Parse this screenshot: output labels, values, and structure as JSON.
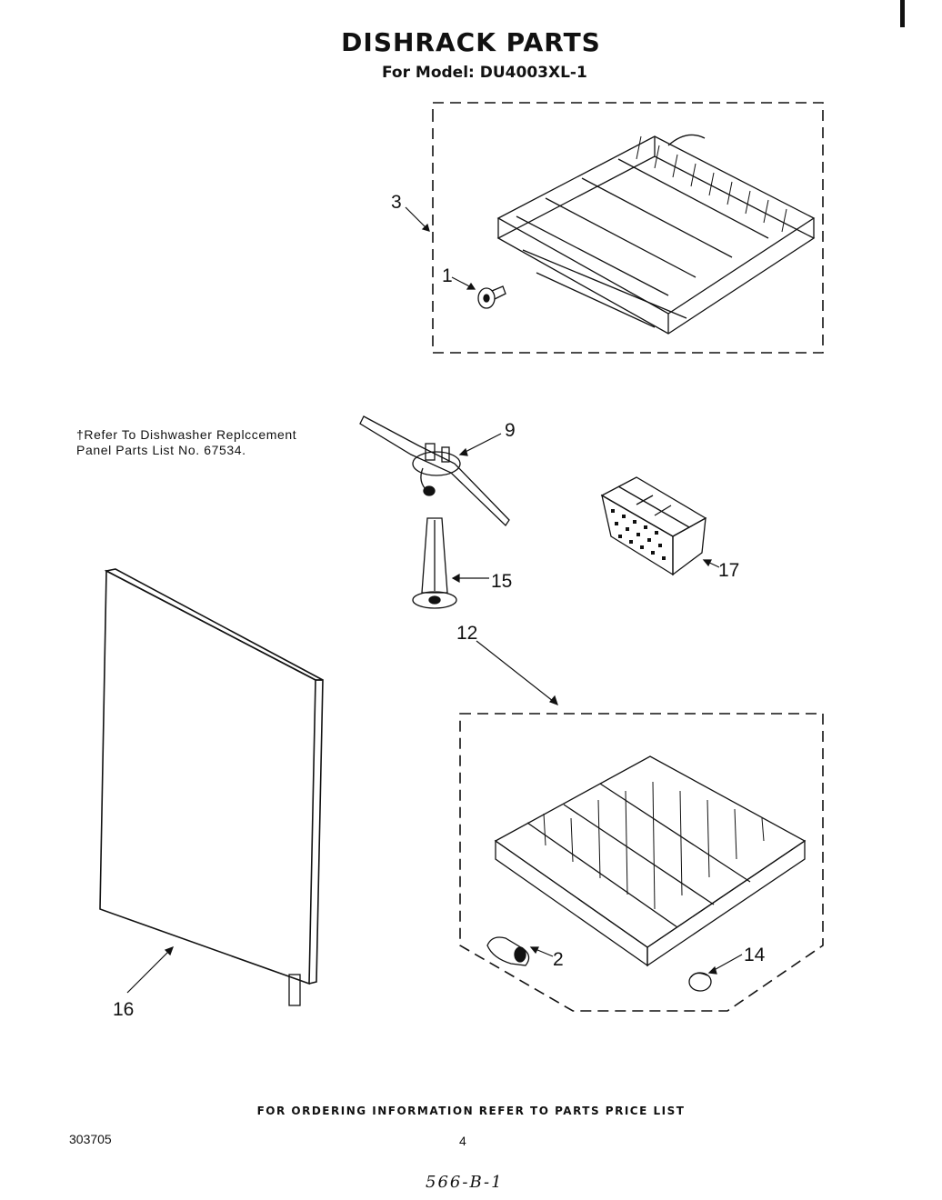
{
  "header": {
    "title": "DISHRACK PARTS",
    "subtitle": "For Model: DU4003XL-1"
  },
  "note": {
    "line1": "†Refer To Dishwasher Replccement",
    "line2": "Panel Parts List No. 67534."
  },
  "callouts": {
    "c1": "1",
    "c2": "2",
    "c3": "3",
    "c9": "9",
    "c12": "12",
    "c14": "14",
    "c15": "15",
    "c16": "16",
    "c17": "17"
  },
  "footer": {
    "ordering": "FOR ORDERING INFORMATION REFER TO PARTS PRICE LIST",
    "doc_number": "303705",
    "page_number": "4",
    "handwritten": "566-B-1"
  }
}
